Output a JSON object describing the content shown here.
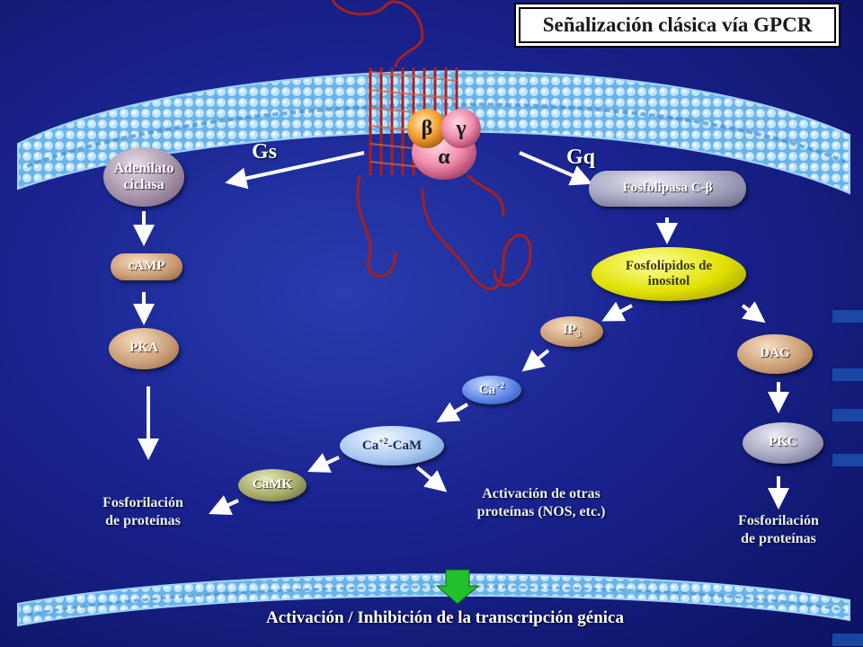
{
  "title": "Señalización clásica vía GPCR",
  "gprotein": {
    "beta": "β",
    "gamma": "γ",
    "alpha": "α"
  },
  "pathway_labels": {
    "gs": "Gs",
    "gq": "Gq"
  },
  "nodes": {
    "adenilato_line1": "Adenilato",
    "adenilato_line2": "ciclasa",
    "camp": "cAMP",
    "pka": "PKA",
    "fosfolipasa": "Fosfolipasa C-",
    "fosfolipasa_greek": "β",
    "fosfolipidos_line1": "Fosfolípidos de",
    "fosfolipidos_line2": "inositol",
    "ip3_base": "IP",
    "ip3_sub": "3",
    "dag": "DAG",
    "ca_base": "Ca",
    "ca_sup": "+2",
    "ca_cam_base": "Ca",
    "ca_cam_sup": "+2",
    "ca_cam_rest": "-CaM",
    "camk": "CaMK",
    "pkc": "PKC"
  },
  "outcomes": {
    "fosforilacion_left_line1": "Fosforilación",
    "fosforilacion_left_line2": "de proteínas",
    "fosforilacion_right_line1": "Fosforilación",
    "fosforilacion_right_line2": "de proteínas",
    "activacion_otras_line1": "Activación de otras",
    "activacion_otras_line2": "proteínas (NOS, etc.)",
    "transcripcion": "Activación / Inhibición de la transcripción génica"
  },
  "colors": {
    "background": "#1a2390",
    "membrane": "#8ec6f0",
    "receptor": "#a8201c",
    "arrow": "#ffffff",
    "green_arrow": "#22c02a",
    "alpha_subunit": "#f4a0b8",
    "beta_gamma_subunit": "#f4a03c"
  }
}
